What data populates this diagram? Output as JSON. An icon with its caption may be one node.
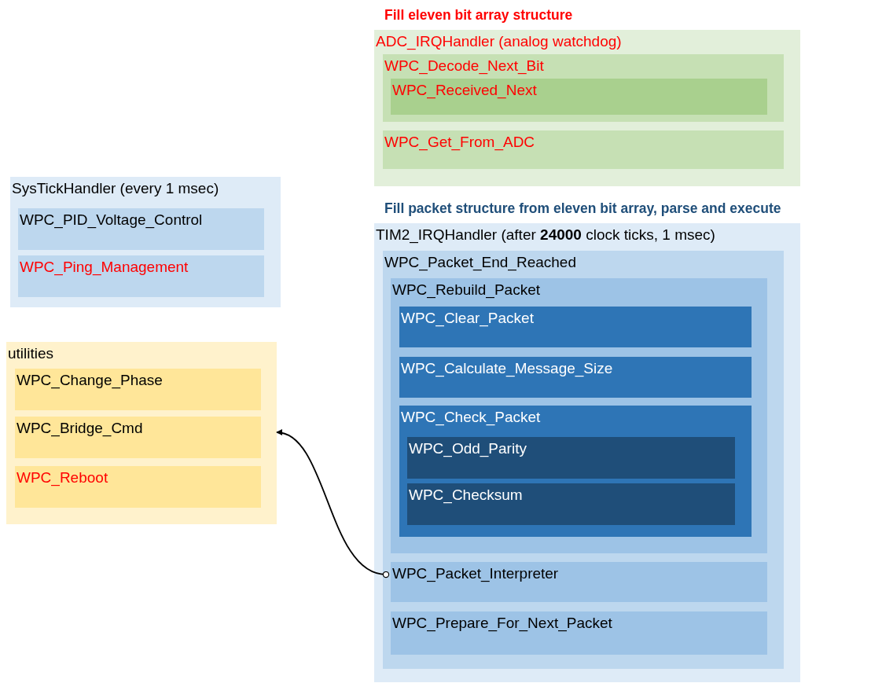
{
  "diagram": {
    "nodes": [
      {
        "text": [
          "Fill eleven bit array structure",
          "ADC_IRQHandler (analog watchdog)"
        ]
      },
      {
        "text": [
          "WPC_Decode_Next_Bit"
        ],
        "in": 0
      },
      {
        "text": [
          "WPC_Received_Next"
        ],
        "in": 1
      },
      {
        "text": [
          "WPC_Get_From_ADC"
        ],
        "in": 0
      },
      {
        "text": [
          "SysTickHandler (every 1 msec)"
        ]
      },
      {
        "text": [
          "WPC_PID_Voltage_Control"
        ],
        "in": 4
      },
      {
        "text": [
          "WPC_Ping_Management"
        ],
        "in": 4
      },
      {
        "text": [
          "Fill packet structure from eleven bit array, parse and execute",
          "TIM2_IRQHandler (after **24000** clock ticks, 1 msec)"
        ]
      },
      {
        "text": [
          "WPC_Packet_End_Reached"
        ],
        "in": 7
      },
      {
        "text": [
          "WPC_Rebuild_Packet"
        ],
        "in": 8
      },
      {
        "text": [
          "WPC_Clear_Packet"
        ],
        "in": 9
      },
      {
        "text": [
          "WPC_Calculate_Message_Size"
        ],
        "in": 9
      },
      {
        "text": [
          "WPC_Check_Packet"
        ],
        "in": 9
      },
      {
        "text": [
          "WPC_Odd_Parity"
        ],
        "in": 12
      },
      {
        "text": [
          "WPC_Checksum"
        ],
        "in": 12
      },
      {
        "text": [
          "WPC_Packet_Interpreter"
        ],
        "in": 8
      },
      {
        "text": [
          "WPC_Prepare_For_Next_Packet"
        ],
        "in": 8
      },
      {
        "text": [
          "utilities"
        ]
      },
      {
        "text": [
          "WPC_Change_Phase"
        ],
        "in": 17
      },
      {
        "text": [
          "WPC_Bridge_Cmd"
        ],
        "in": 17
      },
      {
        "text": [
          "WPC_Reboot"
        ],
        "in": 17
      }
    ],
    "edges": [
      {
        "from": 15,
        "to": 17,
        "arrow": "to"
      }
    ]
  }
}
